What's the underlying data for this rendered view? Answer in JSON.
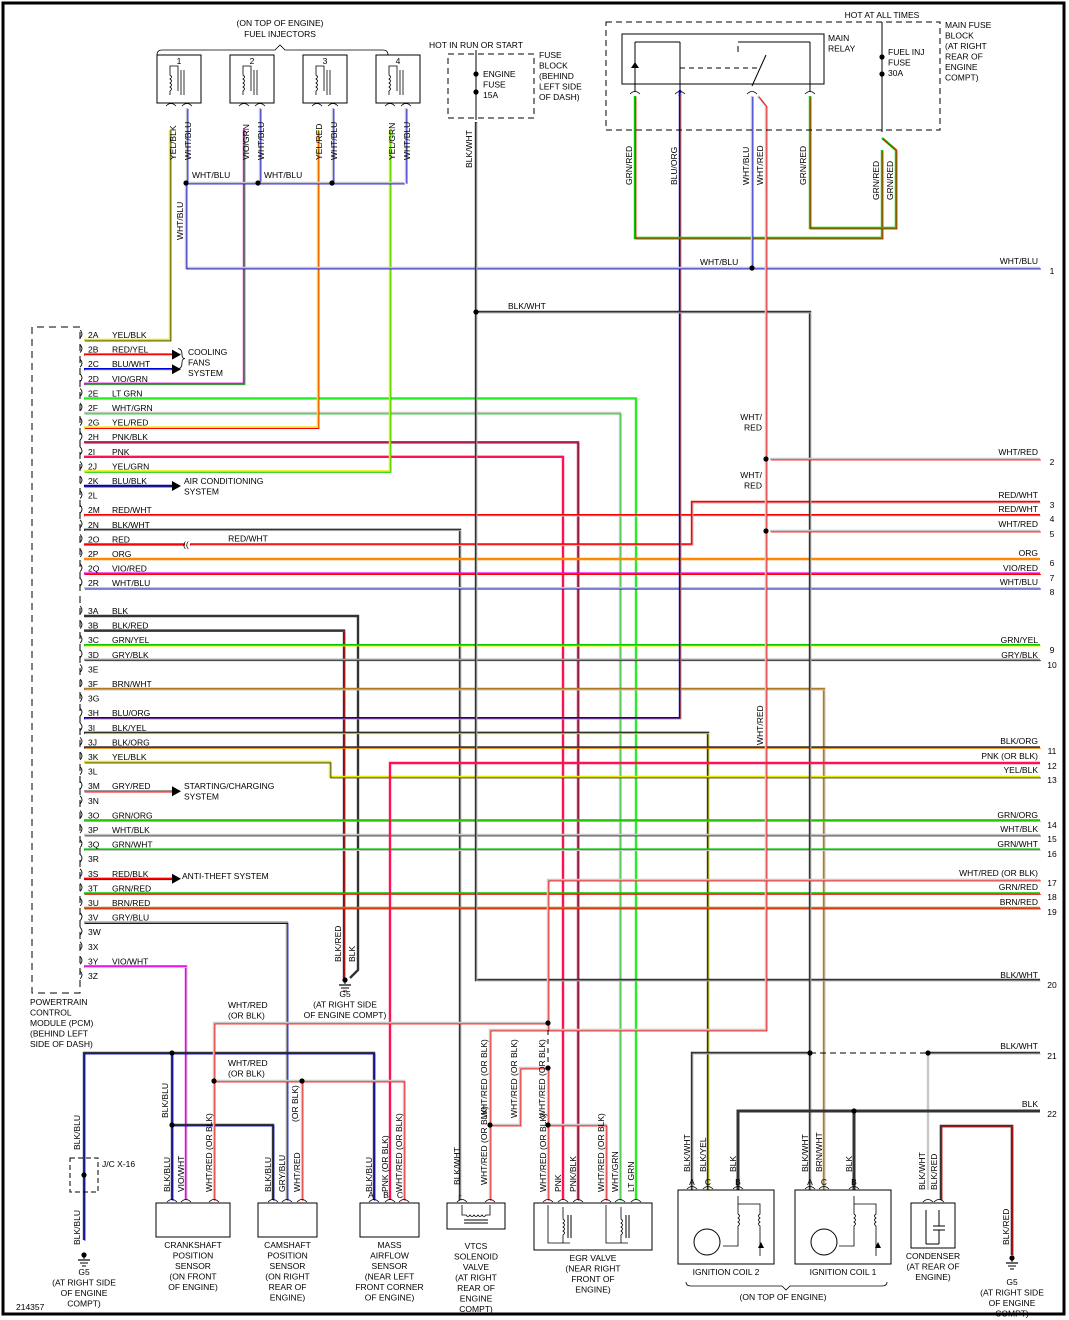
{
  "diagram_id": "214357",
  "colors": {
    "BLK": "#333333",
    "WHT": "#c8c8c8",
    "RED": "#ff0000",
    "BLU": "#0000dd",
    "GRN": "#00cc00",
    "LTGRN": "#22ee22",
    "YEL": "#e8e800",
    "ORG": "#ff8800",
    "VIO": "#ee00ee",
    "PNK": "#ff1155",
    "BRN": "#b07a20",
    "GRY": "#999999"
  },
  "top": {
    "injectors_title": [
      "(ON TOP OF ENGINE)",
      "FUEL INJECTORS"
    ],
    "injectors": [
      {
        "num": "1",
        "wire_a": "YEL/BLK",
        "wire_b": "WHT/BLU"
      },
      {
        "num": "2",
        "wire_a": "VIO/GRN",
        "wire_b": "WHT/BLU"
      },
      {
        "num": "3",
        "wire_a": "YEL/RED",
        "wire_b": "WHT/BLU"
      },
      {
        "num": "4",
        "wire_a": "YEL/GRN",
        "wire_b": "WHT/BLU"
      }
    ],
    "injector_bus_labels": [
      "WHT/BLU",
      "WHT/BLU"
    ],
    "injector_vertical_label": "WHT/BLU",
    "hot_run_start": "HOT IN RUN OR START",
    "fuse_block": [
      "FUSE",
      "BLOCK",
      "(BEHIND",
      "LEFT SIDE",
      "OF DASH)"
    ],
    "engine_fuse": [
      "ENGINE",
      "FUSE",
      "15A"
    ],
    "engine_fuse_wire": "BLK/WHT",
    "hot_all_times": "HOT AT ALL TIMES",
    "main_relay": [
      "MAIN",
      "RELAY"
    ],
    "main_fuse_block": [
      "MAIN FUSE",
      "BLOCK",
      "(AT RIGHT",
      "REAR OF",
      "ENGINE",
      "COMPT)"
    ],
    "fuel_inj_fuse": [
      "FUEL INJ",
      "FUSE",
      "30A"
    ],
    "relay_wires": [
      "GRN/RED",
      "BLU/ORG",
      "WHT/BLU",
      "WHT/RED",
      "GRN/RED"
    ],
    "fuse_wires": [
      "GRN/RED",
      "GRN/RED"
    ]
  },
  "pcm": {
    "label": [
      "POWERTRAIN",
      "CONTROL",
      "MODULE (PCM)",
      "(BEHIND LEFT",
      "SIDE OF DASH)"
    ],
    "pins": [
      {
        "pin": "2A",
        "wire": "YEL/BLK"
      },
      {
        "pin": "2B",
        "wire": "RED/YEL"
      },
      {
        "pin": "2C",
        "wire": "BLU/WHT"
      },
      {
        "pin": "2D",
        "wire": "VIO/GRN"
      },
      {
        "pin": "2E",
        "wire": "LT GRN"
      },
      {
        "pin": "2F",
        "wire": "WHT/GRN"
      },
      {
        "pin": "2G",
        "wire": "YEL/RED"
      },
      {
        "pin": "2H",
        "wire": "PNK/BLK"
      },
      {
        "pin": "2I",
        "wire": "PNK"
      },
      {
        "pin": "2J",
        "wire": "YEL/GRN"
      },
      {
        "pin": "2K",
        "wire": "BLU/BLK"
      },
      {
        "pin": "2L",
        "wire": ""
      },
      {
        "pin": "2M",
        "wire": "RED/WHT"
      },
      {
        "pin": "2N",
        "wire": "BLK/WHT"
      },
      {
        "pin": "2O",
        "wire": "RED"
      },
      {
        "pin": "2P",
        "wire": "ORG"
      },
      {
        "pin": "2Q",
        "wire": "VIO/RED"
      },
      {
        "pin": "2R",
        "wire": "WHT/BLU"
      },
      {
        "pin": "3A",
        "wire": "BLK"
      },
      {
        "pin": "3B",
        "wire": "BLK/RED"
      },
      {
        "pin": "3C",
        "wire": "GRN/YEL"
      },
      {
        "pin": "3D",
        "wire": "GRY/BLK"
      },
      {
        "pin": "3E",
        "wire": ""
      },
      {
        "pin": "3F",
        "wire": "BRN/WHT"
      },
      {
        "pin": "3G",
        "wire": ""
      },
      {
        "pin": "3H",
        "wire": "BLU/ORG"
      },
      {
        "pin": "3I",
        "wire": "BLK/YEL"
      },
      {
        "pin": "3J",
        "wire": "BLK/ORG"
      },
      {
        "pin": "3K",
        "wire": "YEL/BLK"
      },
      {
        "pin": "3L",
        "wire": ""
      },
      {
        "pin": "3M",
        "wire": "GRY/RED"
      },
      {
        "pin": "3N",
        "wire": ""
      },
      {
        "pin": "3O",
        "wire": "GRN/ORG"
      },
      {
        "pin": "3P",
        "wire": "WHT/BLK"
      },
      {
        "pin": "3Q",
        "wire": "GRN/WHT"
      },
      {
        "pin": "3R",
        "wire": ""
      },
      {
        "pin": "3S",
        "wire": "RED/BLK"
      },
      {
        "pin": "3T",
        "wire": "GRN/RED"
      },
      {
        "pin": "3U",
        "wire": "BRN/RED"
      },
      {
        "pin": "3V",
        "wire": "GRY/BLU"
      },
      {
        "pin": "3W",
        "wire": ""
      },
      {
        "pin": "3X",
        "wire": ""
      },
      {
        "pin": "3Y",
        "wire": "VIO/WHT"
      },
      {
        "pin": "3Z",
        "wire": ""
      }
    ],
    "systems": {
      "cooling": [
        "COOLING",
        "FANS",
        "SYSTEM"
      ],
      "ac": [
        "AIR CONDITIONING",
        "SYSTEM"
      ],
      "starting": [
        "STARTING/CHARGING",
        "SYSTEM"
      ],
      "antitheft": "ANTI-THEFT SYSTEM"
    },
    "red_wht_splice_label": "RED/WHT"
  },
  "right_connectors": [
    {
      "num": "1",
      "label": "WHT/BLU"
    },
    {
      "num": "2",
      "label": "WHT/RED"
    },
    {
      "num": "3",
      "label": "RED/WHT"
    },
    {
      "num": "4",
      "label": "RED/WHT"
    },
    {
      "num": "5",
      "label": "WHT/RED"
    },
    {
      "num": "6",
      "label": "ORG"
    },
    {
      "num": "7",
      "label": "VIO/RED"
    },
    {
      "num": "8",
      "label": "WHT/BLU"
    },
    {
      "num": "9",
      "label": "GRN/YEL"
    },
    {
      "num": "10",
      "label": "GRY/BLK"
    },
    {
      "num": "11",
      "label": "BLK/ORG"
    },
    {
      "num": "12",
      "label": "PNK   (OR BLK)"
    },
    {
      "num": "13",
      "label": "YEL/BLK"
    },
    {
      "num": "14",
      "label": "GRN/ORG"
    },
    {
      "num": "15",
      "label": "WHT/BLK"
    },
    {
      "num": "16",
      "label": "GRN/WHT"
    },
    {
      "num": "17",
      "label": "WHT/RED   (OR BLK)"
    },
    {
      "num": "18",
      "label": "GRN/RED"
    },
    {
      "num": "19",
      "label": "BRN/RED"
    },
    {
      "num": "20",
      "label": "BLK/WHT"
    },
    {
      "num": "21",
      "label": "BLK/WHT"
    },
    {
      "num": "22",
      "label": "BLK"
    }
  ],
  "mid_labels": {
    "blk_wht": "BLK/WHT",
    "wht_blu": "WHT/BLU",
    "wht_red_1": [
      "WHT/",
      "RED"
    ],
    "wht_red_2": [
      "WHT/",
      "RED"
    ],
    "wht_red_vertical": "WHT/RED",
    "g5_wires": [
      "BLK/RED",
      "BLK"
    ],
    "g5_label": [
      "G5",
      "(AT RIGHT SIDE",
      "OF ENGINE COMPT)"
    ],
    "wht_red_or_blk": [
      "WHT/RED",
      "(OR BLK)"
    ]
  },
  "components": {
    "jc": "J/C X-16",
    "jc_wires": [
      "BLK/BLU",
      "BLK/BLU"
    ],
    "g5_left": [
      "G5",
      "(AT RIGHT SIDE",
      "OF ENGINE",
      "COMPT)"
    ],
    "crank": {
      "name": [
        "CRANKSHAFT",
        "POSITION",
        "SENSOR",
        "(ON FRONT",
        "OF ENGINE)"
      ],
      "wires": [
        "BLK/BLU",
        "VIO/WHT",
        "WHT/RED (OR BLK)"
      ],
      "upper": "BLK/BLU"
    },
    "cam": {
      "name": [
        "CAMSHAFT",
        "POSITION",
        "SENSOR",
        "(ON RIGHT",
        "REAR OF",
        "ENGINE)"
      ],
      "wires": [
        "BLK/BLU",
        "GRY/BLU",
        "WHT/RED"
      ],
      "upper": "(OR BLK)"
    },
    "maf": {
      "name": [
        "MASS",
        "AIRFLOW",
        "SENSOR",
        "(NEAR LEFT",
        "FRONT CORNER",
        "OF ENGINE)"
      ],
      "wires": [
        "BLK/BLU",
        "PNK (OR BLK)",
        "WHT/RED (OR BLK)"
      ],
      "pins": [
        "A",
        "B",
        "C"
      ]
    },
    "vtcs": {
      "name": [
        "VTCS",
        "SOLENOID",
        "VALVE",
        "(AT RIGHT",
        "REAR OF",
        "ENGINE",
        "COMPT)"
      ],
      "wires": [
        "BLK/WHT",
        "WHT/RED (OR BLK)"
      ],
      "upper": [
        "WHT/RED (OR BLK)",
        "WHT/RED (OR BLK)"
      ]
    },
    "egr": {
      "name": [
        "EGR VALVE",
        "(NEAR RIGHT",
        "FRONT OF",
        "ENGINE)"
      ],
      "wires": [
        "WHT/RED (OR BLK)",
        "PNK",
        "PNK/BLK",
        "WHT/RED (OR BLK)",
        "WHT/GRN",
        "LT GRN"
      ],
      "upper": "WHT/RED (OR BLK)"
    },
    "coil2": {
      "name": "IGNITION COIL 2",
      "wires": [
        "BLK/WHT",
        "BLK/YEL",
        "BLK"
      ],
      "pins": [
        "A",
        "C",
        "B"
      ]
    },
    "coil1": {
      "name": "IGNITION COIL 1",
      "wires": [
        "BLK/WHT",
        "BRN/WHT",
        "BLK"
      ],
      "pins": [
        "A",
        "C",
        "B"
      ]
    },
    "coils_note": "(ON TOP OF ENGINE)",
    "condenser": {
      "name": [
        "CONDENSER",
        "(AT REAR OF",
        "ENGINE)"
      ],
      "wires": [
        "BLK/WHT",
        "BLK/RED"
      ]
    },
    "g5_right": {
      "wire": "BLK/RED",
      "name": [
        "G5",
        "(AT RIGHT SIDE",
        "OF ENGINE",
        "COMPT)"
      ]
    }
  }
}
